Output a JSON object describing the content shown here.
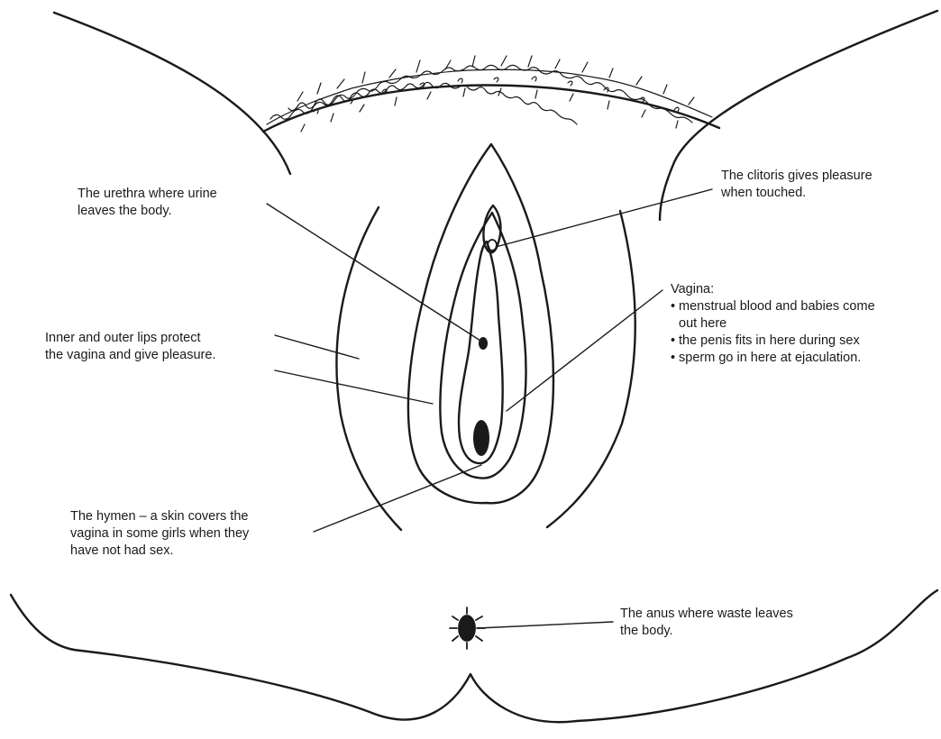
{
  "colors": {
    "ink": "#1a1a1a",
    "background": "#ffffff"
  },
  "labels": {
    "urethra": {
      "line1": "The urethra where urine",
      "line2": "leaves the body."
    },
    "clitoris": {
      "line1": "The clitoris gives pleasure",
      "line2": "when touched."
    },
    "lips": {
      "line1": "Inner and outer lips protect",
      "line2": "the vagina and give pleasure."
    },
    "vagina": {
      "heading": "Vagina:",
      "points": [
        [
          "menstrual blood and babies come",
          "out here"
        ],
        [
          "the penis fits in here during sex"
        ],
        [
          "sperm go in here at ejaculation."
        ]
      ]
    },
    "hymen": {
      "line1": "The hymen – a skin covers the",
      "line2": "vagina in some girls when they",
      "line3": "have not had sex."
    },
    "anus": {
      "line1": "The anus where waste leaves",
      "line2": "the body."
    }
  }
}
